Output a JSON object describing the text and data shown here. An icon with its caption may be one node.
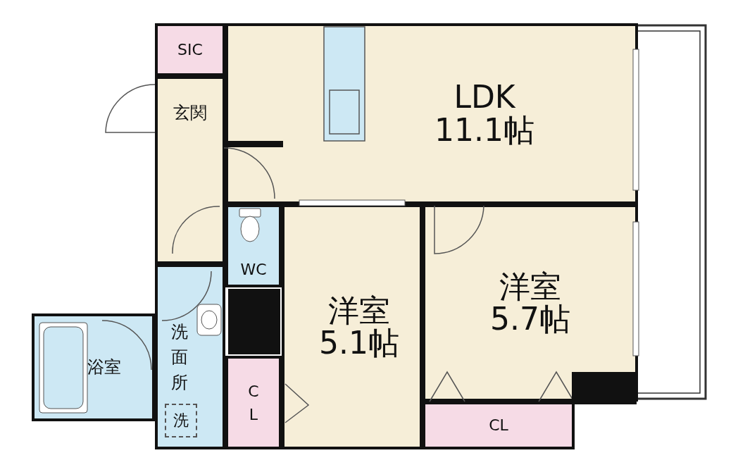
{
  "diagram": {
    "nodes": [
      {
        "text": [
          "SIC"
        ]
      },
      {
        "text": [
          "玄関"
        ]
      },
      {
        "text": [
          "LDK",
          "11.1帖"
        ]
      },
      {
        "text": [
          "WC"
        ]
      },
      {
        "text": [
          "洗面所"
        ]
      },
      {
        "text": [
          "浴室"
        ]
      },
      {
        "text": [
          "洗"
        ],
        "in": 4
      },
      {
        "text": [
          "洋室",
          "5.1帖"
        ]
      },
      {
        "text": [
          "CL"
        ]
      },
      {
        "text": [
          "洋室",
          "5.7帖"
        ]
      },
      {
        "text": [
          "CL"
        ]
      }
    ]
  }
}
